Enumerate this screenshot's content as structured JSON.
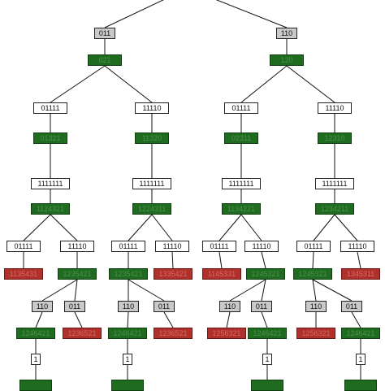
{
  "colors": {
    "word": "#ffffff",
    "gray": "#c9c9c9",
    "green": "#1f6b1f",
    "red": "#b0302b",
    "edge": "#111111"
  },
  "tree": {
    "roots": [
      {
        "label": "011",
        "style": "gray",
        "children": [
          {
            "label": "021",
            "style": "green",
            "children": [
              {
                "label": "01111",
                "style": "word",
                "children": [
                  {
                    "label": "01321",
                    "style": "green",
                    "children": [
                      {
                        "label": "1111111",
                        "style": "word",
                        "children": [
                          {
                            "label": "1124321",
                            "style": "green",
                            "children": [
                              {
                                "label": "01111",
                                "style": "word",
                                "children": [
                                  {
                                    "label": "1135431",
                                    "style": "red"
                                  }
                                ]
                              },
                              {
                                "label": "11110",
                                "style": "word",
                                "children": [
                                  {
                                    "label": "1235421",
                                    "style": "green",
                                    "children": [
                                      {
                                        "label": "110",
                                        "style": "gray",
                                        "children": [
                                          {
                                            "label": "1246421",
                                            "style": "green",
                                            "children": [
                                              {
                                                "label": "1",
                                                "style": "word",
                                                "children": [
                                                  {
                                                    "label": "",
                                                    "style": "green"
                                                  }
                                                ]
                                              }
                                            ]
                                          }
                                        ]
                                      },
                                      {
                                        "label": "011",
                                        "style": "gray",
                                        "children": [
                                          {
                                            "label": "1236521",
                                            "style": "red"
                                          }
                                        ]
                                      }
                                    ]
                                  }
                                ]
                              }
                            ]
                          }
                        ]
                      }
                    ]
                  }
                ]
              },
              {
                "label": "11110",
                "style": "word",
                "children": [
                  {
                    "label": "11320",
                    "style": "green",
                    "children": [
                      {
                        "label": "1111111",
                        "style": "word",
                        "children": [
                          {
                            "label": "1224311",
                            "style": "green",
                            "children": [
                              {
                                "label": "01111",
                                "style": "word",
                                "children": [
                                  {
                                    "label": "1235421",
                                    "style": "green",
                                    "children": [
                                      {
                                        "label": "110",
                                        "style": "gray",
                                        "children": [
                                          {
                                            "label": "1246421",
                                            "style": "green",
                                            "children": [
                                              {
                                                "label": "1",
                                                "style": "word",
                                                "children": [
                                                  {
                                                    "label": "",
                                                    "style": "green"
                                                  }
                                                ]
                                              }
                                            ]
                                          }
                                        ]
                                      },
                                      {
                                        "label": "011",
                                        "style": "gray",
                                        "children": [
                                          {
                                            "label": "1236521",
                                            "style": "red"
                                          }
                                        ]
                                      }
                                    ]
                                  }
                                ]
                              },
                              {
                                "label": "11110",
                                "style": "word",
                                "children": [
                                  {
                                    "label": "1335421",
                                    "style": "red"
                                  }
                                ]
                              }
                            ]
                          }
                        ]
                      }
                    ]
                  }
                ]
              }
            ]
          }
        ]
      },
      {
        "label": "110",
        "style": "gray",
        "children": [
          {
            "label": "120",
            "style": "green",
            "children": [
              {
                "label": "01111",
                "style": "word",
                "children": [
                  {
                    "label": "02311",
                    "style": "green",
                    "children": [
                      {
                        "label": "1111111",
                        "style": "word",
                        "children": [
                          {
                            "label": "1134221",
                            "style": "green",
                            "children": [
                              {
                                "label": "01111",
                                "style": "word",
                                "children": [
                                  {
                                    "label": "1145331",
                                    "style": "red"
                                  }
                                ]
                              },
                              {
                                "label": "11110",
                                "style": "word",
                                "children": [
                                  {
                                    "label": "1245321",
                                    "style": "green",
                                    "children": [
                                      {
                                        "label": "110",
                                        "style": "gray",
                                        "children": [
                                          {
                                            "label": "1256321",
                                            "style": "red"
                                          }
                                        ]
                                      },
                                      {
                                        "label": "011",
                                        "style": "gray",
                                        "children": [
                                          {
                                            "label": "1246421",
                                            "style": "green",
                                            "children": [
                                              {
                                                "label": "1",
                                                "style": "word",
                                                "children": [
                                                  {
                                                    "label": "",
                                                    "style": "green"
                                                  }
                                                ]
                                              }
                                            ]
                                          }
                                        ]
                                      }
                                    ]
                                  }
                                ]
                              }
                            ]
                          }
                        ]
                      }
                    ]
                  }
                ]
              },
              {
                "label": "11110",
                "style": "word",
                "children": [
                  {
                    "label": "12310",
                    "style": "green",
                    "children": [
                      {
                        "label": "1111111",
                        "style": "word",
                        "children": [
                          {
                            "label": "1234211",
                            "style": "green",
                            "children": [
                              {
                                "label": "01111",
                                "style": "word",
                                "children": [
                                  {
                                    "label": "1245321",
                                    "style": "green",
                                    "children": [
                                      {
                                        "label": "110",
                                        "style": "gray",
                                        "children": [
                                          {
                                            "label": "1256321",
                                            "style": "red"
                                          }
                                        ]
                                      },
                                      {
                                        "label": "011",
                                        "style": "gray",
                                        "children": [
                                          {
                                            "label": "1246421",
                                            "style": "green",
                                            "children": [
                                              {
                                                "label": "1",
                                                "style": "word",
                                                "children": [
                                                  {
                                                    "label": "",
                                                    "style": "green"
                                                  }
                                                ]
                                              }
                                            ]
                                          }
                                        ]
                                      }
                                    ]
                                  }
                                ]
                              },
                              {
                                "label": "11110",
                                "style": "word",
                                "children": [
                                  {
                                    "label": "1345311",
                                    "style": "red"
                                  }
                                ]
                              }
                            ]
                          }
                        ]
                      }
                    ]
                  }
                ]
              }
            ]
          }
        ]
      }
    ]
  }
}
